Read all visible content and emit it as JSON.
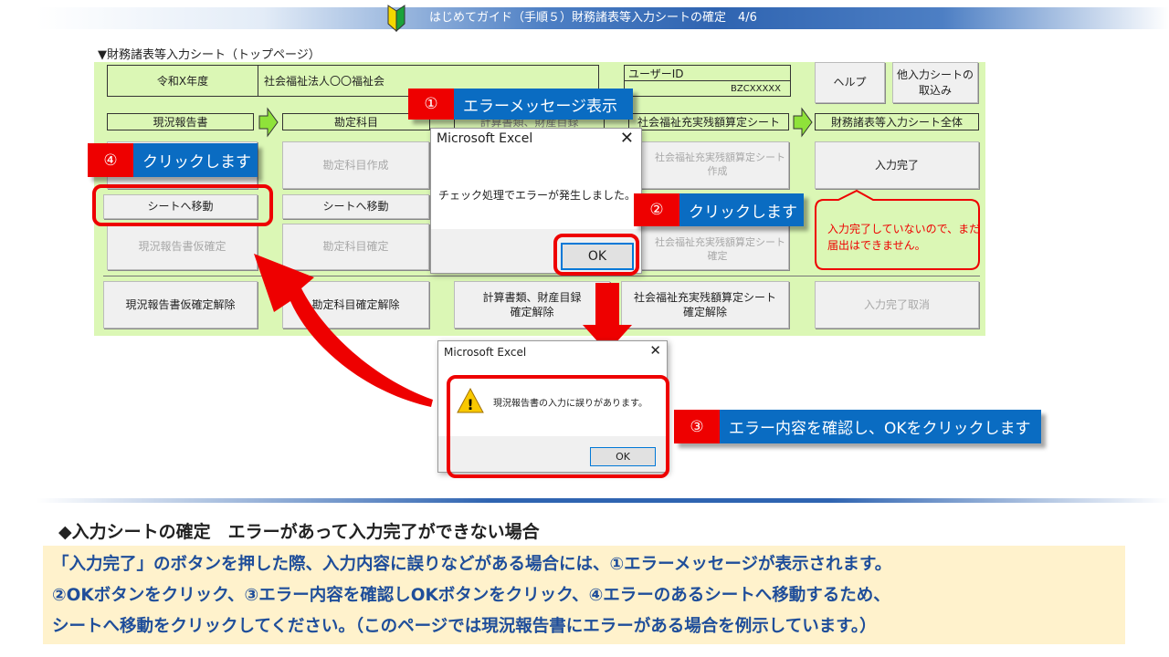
{
  "banner": {
    "title": "はじめてガイド（手順５）財務諸表等入力シートの確定　4/6",
    "icon": "beginner-mark-icon"
  },
  "sheet": {
    "label": "▼財務諸表等入力シート（トップページ）",
    "year": "令和X年度",
    "corp": "社会福祉法人〇〇福祉会",
    "user_id_label": "ユーザーID",
    "user_id": "BZCXXXXX",
    "help": "ヘルプ",
    "import_line1": "他入力シートの",
    "import_line2": "取込み",
    "headers": [
      "現況報告書",
      "勘定科目",
      "計算書類、財産目録",
      "社会福祉充実残額算定シート",
      "財務諸表等入力シート全体"
    ],
    "create_kanjo": "勘定科目作成",
    "create_jyujitsu_1": "社会福祉充実残額算定シート",
    "create_jyujitsu_2": "作成",
    "input_done": "入力完了",
    "move1": "シートへ移動",
    "move2": "シートへ移動",
    "kari": "現況報告書仮確定",
    "kanjo_kakutei": "勘定科目確定",
    "jyujitsu_kakutei_1": "社会福祉充実残額算定シート",
    "jyujitsu_kakutei_2": "確定",
    "bubble_1": "入力完了していないので、まだ",
    "bubble_2": "届出はできません。",
    "kari_cancel": "現況報告書仮確定解除",
    "kanjo_cancel": "勘定科目確定解除",
    "keisan_cancel_1": "計算書類、財産目録",
    "keisan_cancel_2": "確定解除",
    "jyujitsu_cancel_1": "社会福祉充実残額算定シート",
    "jyujitsu_cancel_2": "確定解除",
    "input_cancel": "入力完了取消"
  },
  "dialog1": {
    "title": "Microsoft Excel",
    "message": "チェック処理でエラーが発生しました。",
    "ok": "OK"
  },
  "dialog2": {
    "title": "Microsoft Excel",
    "message": "現況報告書の入力に誤りがあります。",
    "ok": "OK"
  },
  "callouts": [
    {
      "num": "①",
      "text": "エラーメッセージ表示"
    },
    {
      "num": "②",
      "text": "クリックします"
    },
    {
      "num": "③",
      "text": "エラー内容を確認し、OKをクリックします"
    },
    {
      "num": "④",
      "text": "クリックします"
    }
  ],
  "heading": "◆入力シートの確定　エラーがあって入力完了ができない場合",
  "note": [
    "「入力完了」のボタンを押した際、入力内容に誤りなどがある場合には、①エラーメッセージが表示されます。",
    "②OKボタンをクリック、③エラー内容を確認しOKボタンをクリック、④エラーのあるシートへ移動するため、",
    "シートへ移動をクリックしてください。（このページでは現況報告書にエラーがある場合を例示しています。）"
  ],
  "colors": {
    "accent_red": "#ee0000",
    "accent_blue": "#0a6cc2",
    "sheet_green": "#dbf7b5"
  }
}
